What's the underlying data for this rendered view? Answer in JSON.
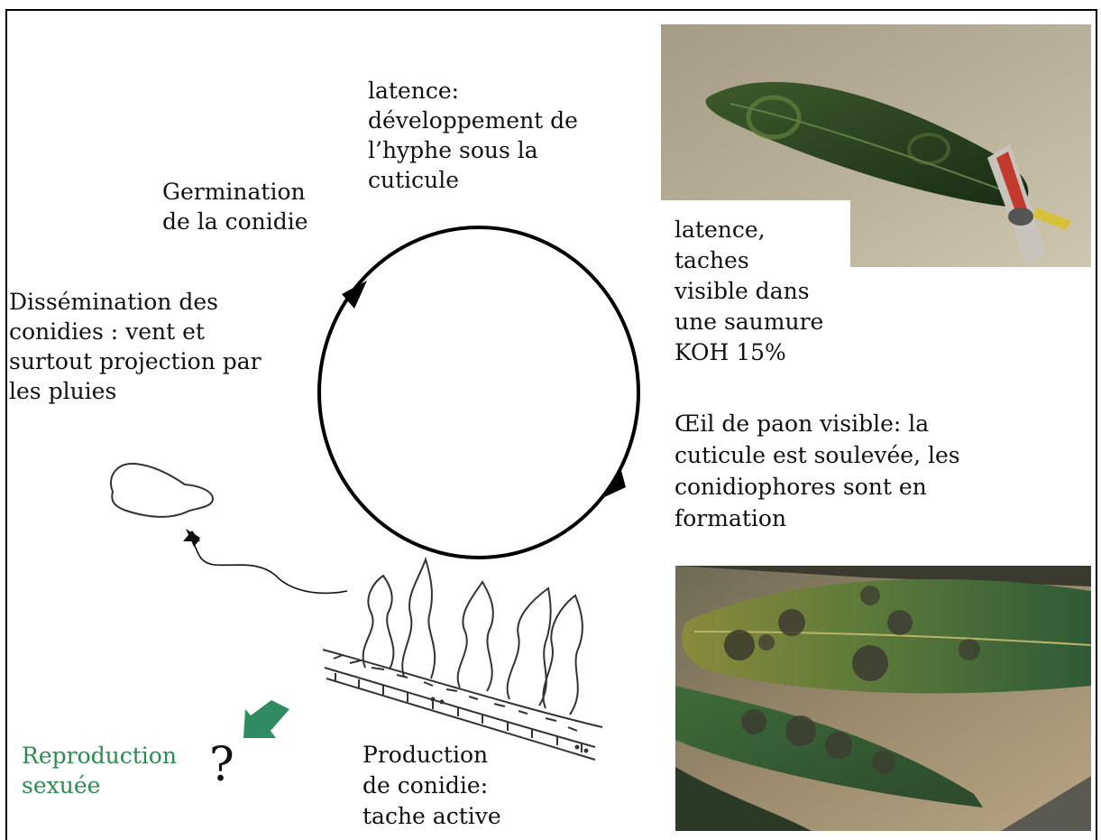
{
  "labels": {
    "latence_hyphe": "latence:\ndéveloppement de\nl’hyphe sous la\ncuticule",
    "germination": "Germination\nde la conidie",
    "dissemination": "Dissémination des\nconidies : vent et\nsurtout projection par\nles pluies",
    "latence_taches": "latence,\ntaches\nvisible dans\nune saumure\nKOH 15%",
    "oeil_paon": "Œil de paon visible: la\ncuticule est soulevée, les\nconidiophores sont en\nformation",
    "reproduction": "Reproduction\nsexuée",
    "question": "?",
    "production": "Production\nde conidie:\ntache active"
  },
  "colors": {
    "text": "#111111",
    "reproduction_text": "#2e8b50",
    "arrow_green": "#2e8b62",
    "cycle_stroke": "#000000"
  },
  "images": {
    "top": "photo-leaf-in-brine",
    "bottom": "photo-olive-leaves-peacock-spot"
  }
}
